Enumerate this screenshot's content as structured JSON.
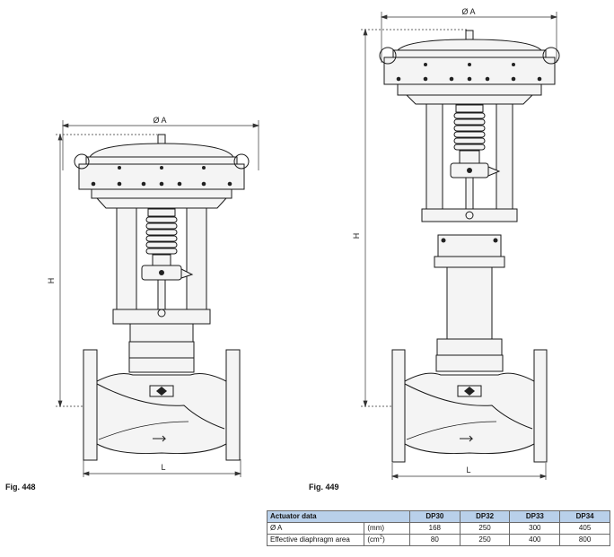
{
  "figures": [
    {
      "label": "Fig. 448",
      "dims": {
        "diameter": "Ø A",
        "height": "H",
        "length": "L"
      }
    },
    {
      "label": "Fig. 449",
      "dims": {
        "diameter": "Ø A",
        "height": "H",
        "length": "L"
      }
    }
  ],
  "table": {
    "title": "Actuator data",
    "columns": [
      "DP30",
      "DP32",
      "DP33",
      "DP34"
    ],
    "rows": [
      {
        "name": "Ø A",
        "unit": "(mm)",
        "unit_sup": "",
        "unit_end": "",
        "values": [
          "168",
          "250",
          "300",
          "405"
        ]
      },
      {
        "name": "Effective diaphragm area",
        "unit": "(cm",
        "unit_sup": "2",
        "unit_end": ")",
        "values": [
          "80",
          "250",
          "400",
          "800"
        ]
      }
    ]
  },
  "colors": {
    "line": "#1a1a1a",
    "fill": "#f2f2f2",
    "table_header": "#b9d0ea"
  }
}
